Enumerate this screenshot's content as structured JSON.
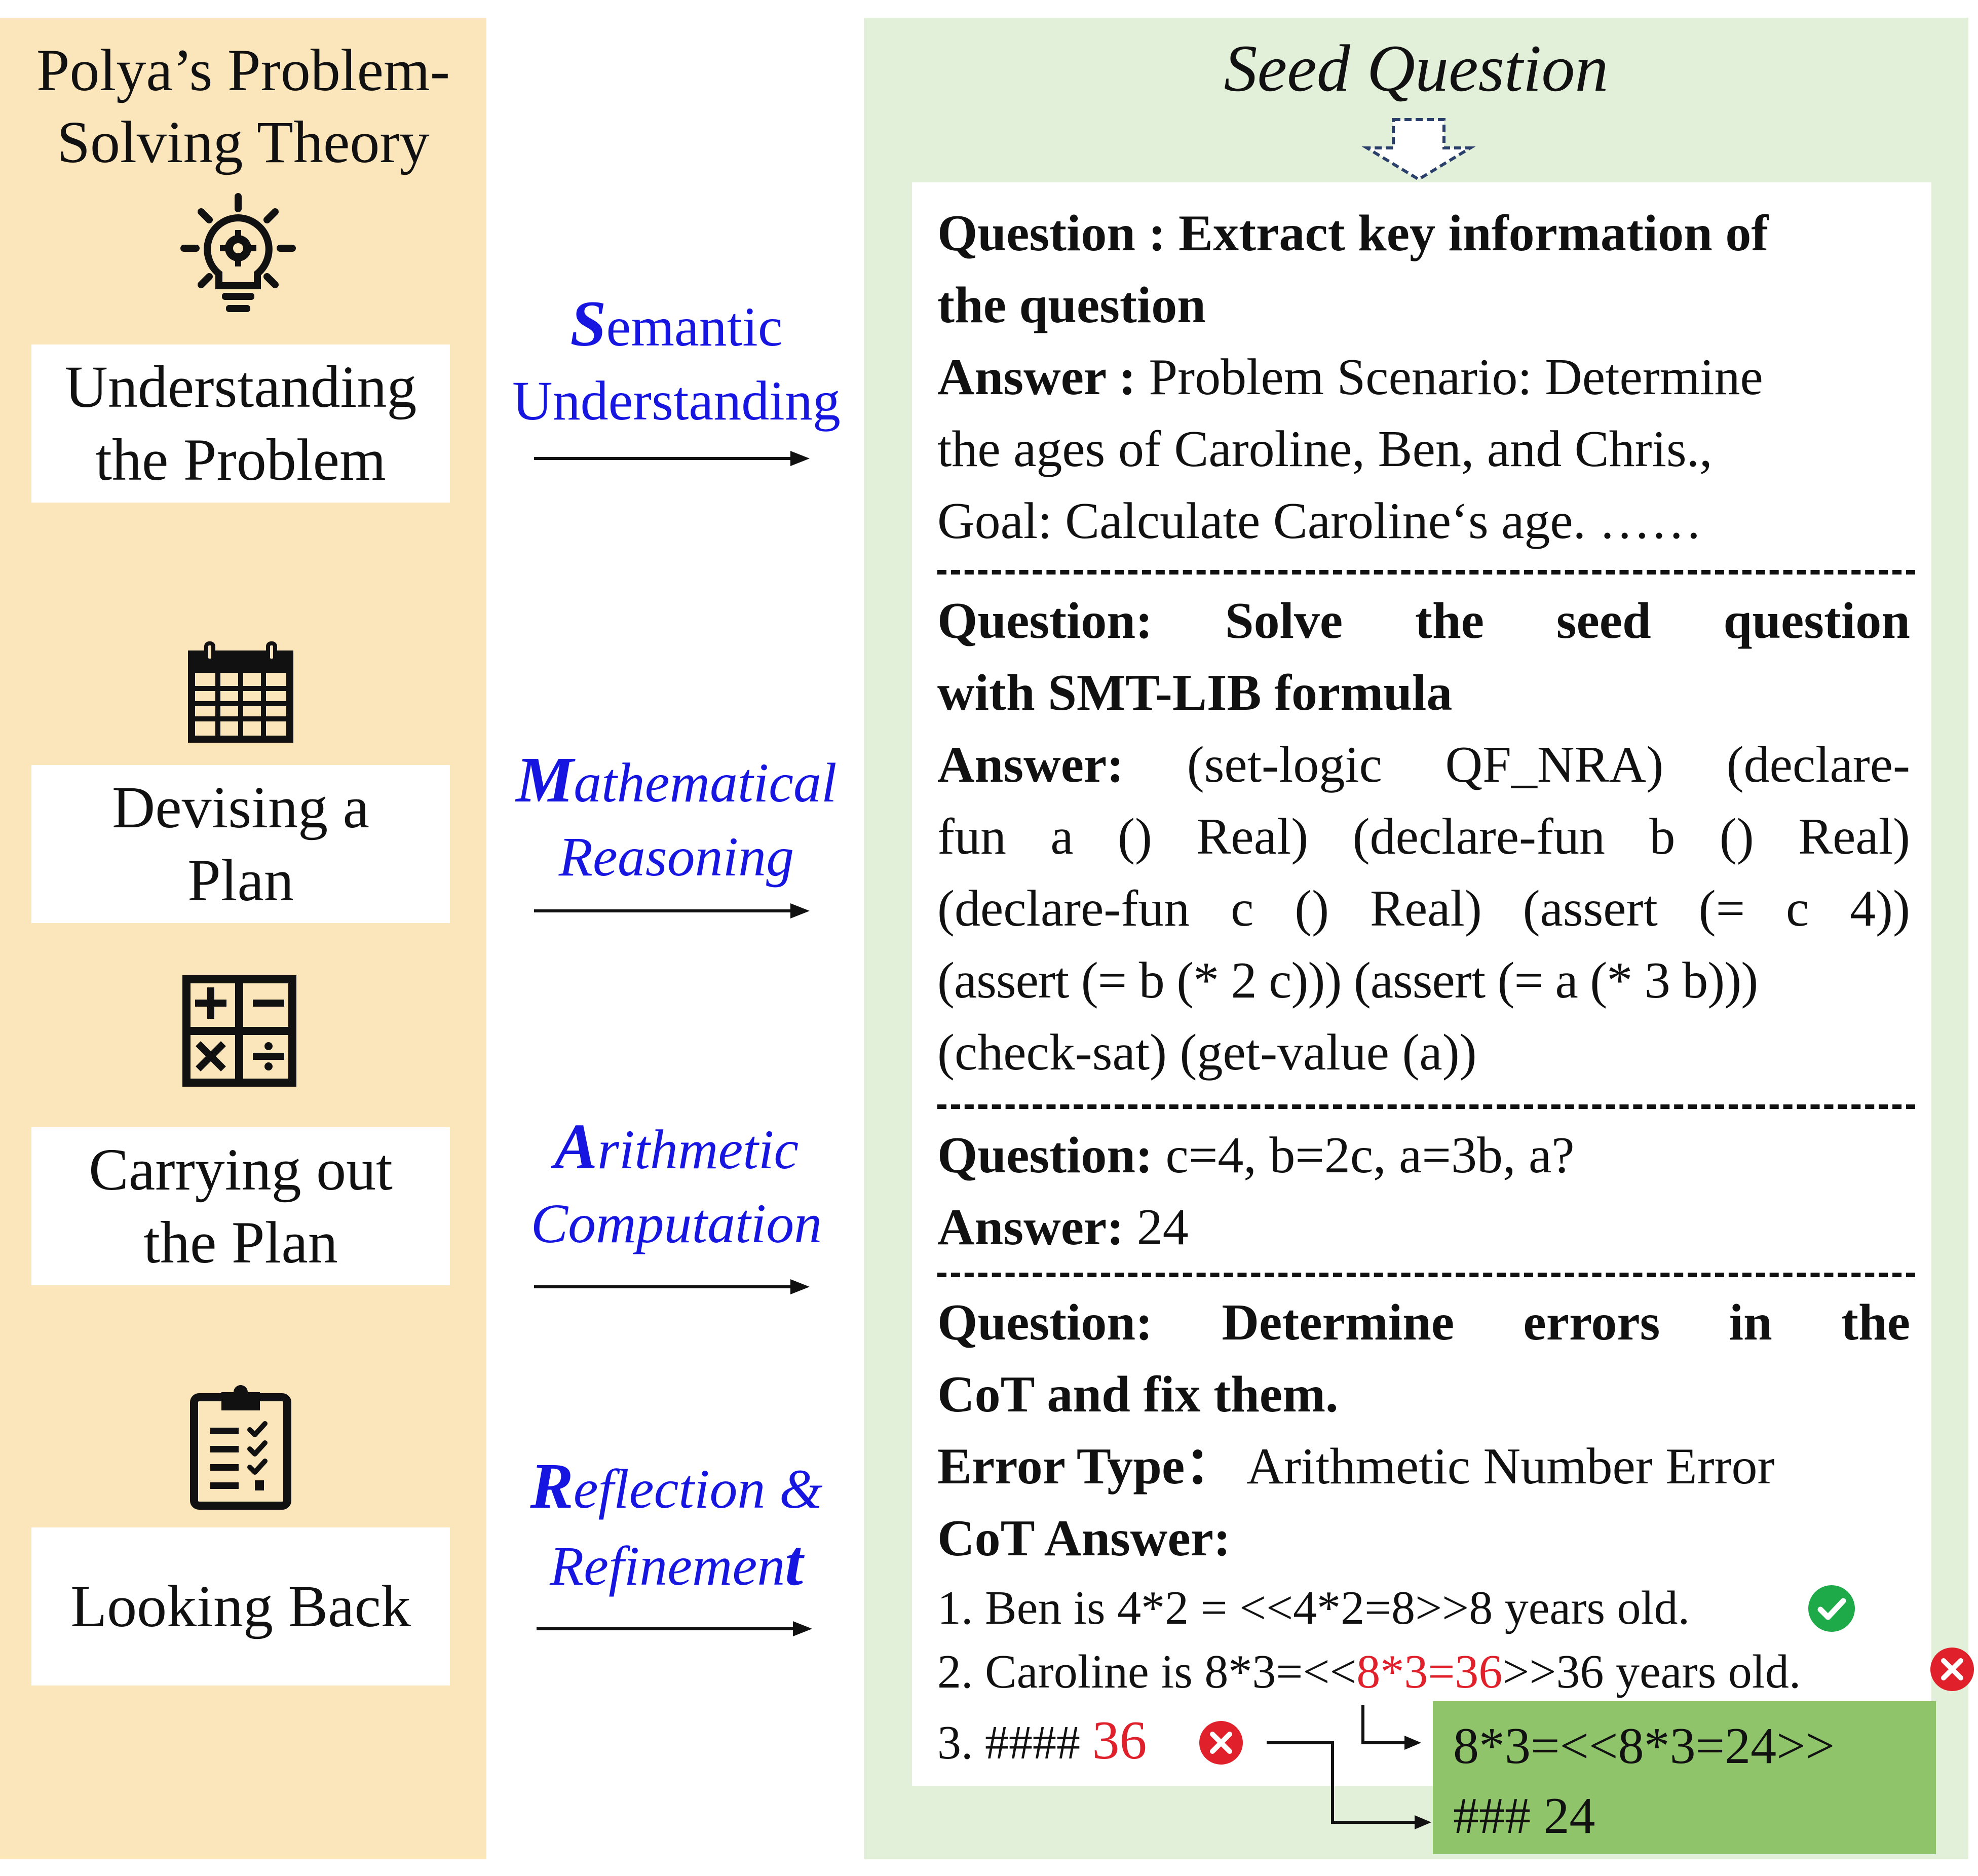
{
  "left": {
    "title_line1": "Polya’s Problem-",
    "title_line2": "Solving Theory",
    "stages": [
      {
        "line1": "Understanding",
        "line2": "the Problem",
        "icon": "lightbulb-icon"
      },
      {
        "line1": "Devising a",
        "line2": "Plan",
        "icon": "calendar-icon"
      },
      {
        "line1": "Carrying out",
        "line2": "the Plan",
        "icon": "calculator-icon"
      },
      {
        "line1": "Looking Back",
        "line2": "",
        "icon": "clipboard-checklist-icon"
      }
    ]
  },
  "middle": {
    "semantic": {
      "first": "S",
      "rest1": "emantic",
      "line2": "Understanding"
    },
    "math": {
      "first": "M",
      "rest1": "athematical",
      "line2": "Reasoning"
    },
    "arith": {
      "first": "A",
      "rest1": "rithmetic",
      "line2": "Computation"
    },
    "reflect": {
      "first": "R",
      "rest1": "eflection &",
      "line2a": "Refinemen",
      "line2b": "t"
    }
  },
  "right": {
    "seed_title": "Seed Question",
    "q1": {
      "q_label": "Question :",
      "q_text_l1": "Extract key information of",
      "q_text_l2": "the question",
      "a_label": "Answer :",
      "a_l1": "Problem Scenario: Determine",
      "a_l2": "the ages of Caroline, Ben, and Chris.,",
      "a_l3": "Goal: Calculate Caroline‘s age. ……"
    },
    "q2": {
      "q_label": "Question:",
      "q_text_l1": "Solve the seed question",
      "q_text_l2": "with SMT-LIB formula",
      "a_label": "Answer:",
      "a_l1": "(set-logic QF_NRA) (declare-",
      "a_l2": "fun a () Real) (declare-fun b () Real)",
      "a_l3": "(declare-fun c () Real) (assert (= c 4))",
      "a_l4": "(assert (= b (* 2 c))) (assert (= a (* 3 b)))",
      "a_l5": "(check-sat) (get-value (a))"
    },
    "q3": {
      "q_label": "Question:",
      "q_text": "c=4, b=2c, a=3b, a?",
      "a_label": "Answer:",
      "a_text": "24"
    },
    "q4": {
      "q_label": "Question:",
      "q_text_l1": "Determine errors in the",
      "q_text_l2": "CoT and fix them.",
      "err_label": "Error Type：",
      "err_text": "Arithmetic Number Error",
      "cot_label": "CoT Answer:",
      "step1": "1. Ben is 4*2 = <<4*2=8>>8 years old.",
      "step2_a": "2. Caroline is 8*3=<<",
      "step2_red": "8*3=36",
      "step2_b": ">>36 years old.",
      "step3_a": "3. #### ",
      "step3_red": "36",
      "fix_l1": "8*3=<<8*3=24>>",
      "fix_l2": "### 24"
    }
  },
  "colors": {
    "left_bg": "#fbe6bc",
    "right_bg": "#e2efd9",
    "fix_bg": "#8fc46a",
    "label_blue": "#1616e0",
    "error_red": "#e0202a",
    "check_green": "#1faa4a"
  }
}
